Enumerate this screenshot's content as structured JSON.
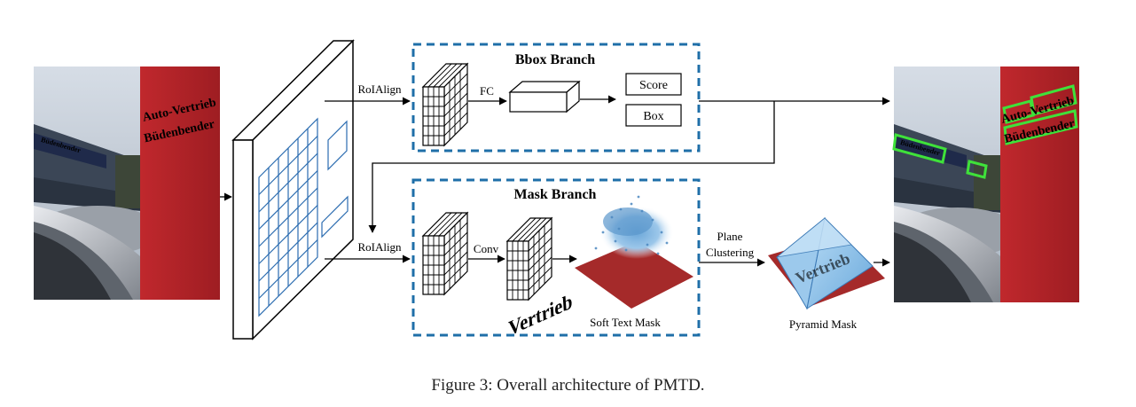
{
  "photo_input": {
    "sign_line1": "Auto-Vertrieb",
    "sign_line2": "Büdenbender",
    "store_sign": "Büdenbender"
  },
  "photo_output": {
    "sign_line1": "Auto-Vertrieb",
    "sign_line2": "Büdenbender",
    "store_sign": "Büdenbender"
  },
  "labels": {
    "roialign_top": "RoIAlign",
    "roialign_bottom": "RoIAlign",
    "fc": "FC",
    "conv": "Conv",
    "plane": "Plane",
    "clustering": "Clustering",
    "soft_text_mask": "Soft Text Mask",
    "pyramid_mask": "Pyramid Mask",
    "soft_mask_text": "Vertrieb",
    "pyramid_text": "Vertrieb"
  },
  "bbox_branch": {
    "title": "Bbox Branch",
    "score": "Score",
    "box": "Box"
  },
  "mask_branch": {
    "title": "Mask Branch"
  },
  "caption": "Figure 3: Overall architecture of PMTD.",
  "colors": {
    "dashed_border": "#1f6fa8",
    "grid_blue": "#2b6cb0",
    "sign_red": "#b8262b",
    "detect_green": "#3fe13a",
    "mask_red": "#a52a2a",
    "pyramid_blue": "#8ec5ec"
  }
}
